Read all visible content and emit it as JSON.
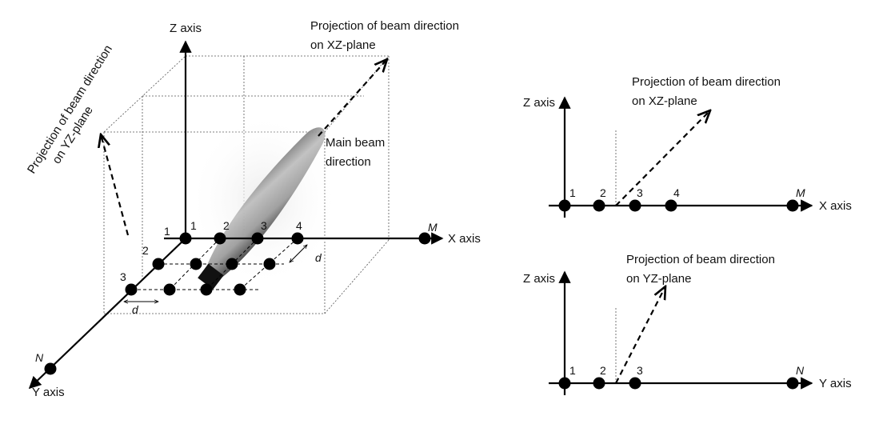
{
  "left_diagram": {
    "z_axis_label": "Z axis",
    "x_axis_label": "X axis",
    "y_axis_label": "Y axis",
    "x_end_label": "M",
    "y_end_label": "N",
    "spacing_label": "d",
    "x_index_labels": [
      "1",
      "2",
      "3",
      "4"
    ],
    "y_index_labels": [
      "1",
      "2",
      "3"
    ],
    "proj_xz_line1": "Projection of beam direction",
    "proj_xz_line2": "on XZ-plane",
    "proj_yz_line1": "Projection of beam direction",
    "proj_yz_line2": "on YZ-plane",
    "main_beam_line1": "Main beam",
    "main_beam_line2": "direction"
  },
  "xz_diagram": {
    "z_axis_label": "Z axis",
    "axis_label": "X axis",
    "index_labels": [
      "1",
      "2",
      "3",
      "4"
    ],
    "end_label": "M",
    "proj_line1": "Projection of beam direction",
    "proj_line2": "on XZ-plane"
  },
  "yz_diagram": {
    "z_axis_label": "Z axis",
    "axis_label": "Y axis",
    "index_labels": [
      "1",
      "2",
      "3"
    ],
    "end_label": "N",
    "proj_line1": "Projection of beam direction",
    "proj_line2": "on YZ-plane"
  }
}
